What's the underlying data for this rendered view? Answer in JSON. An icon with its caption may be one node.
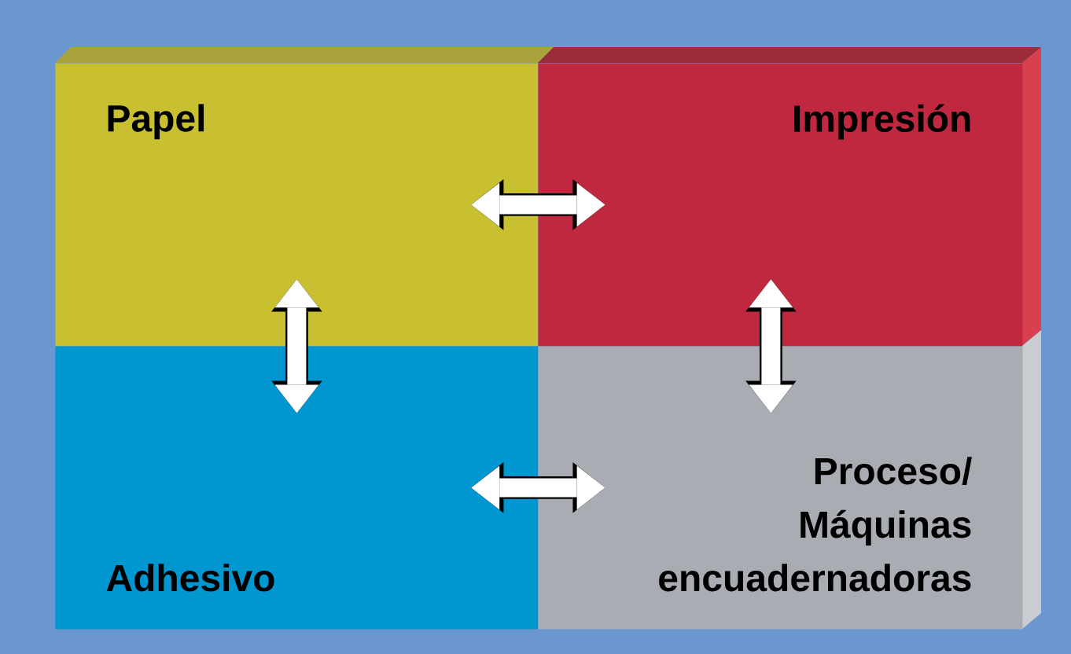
{
  "diagram": {
    "nodes": [
      {
        "text": [
          "Papel"
        ]
      },
      {
        "text": [
          "Impresión"
        ]
      },
      {
        "text": [
          "Adhesivo"
        ]
      },
      {
        "text": [
          "Proceso/ Máquinas encuadernadoras"
        ]
      }
    ],
    "edges": [
      {
        "from": 0,
        "to": 1,
        "arrow": "both"
      },
      {
        "from": 0,
        "to": 2,
        "arrow": "both"
      },
      {
        "from": 1,
        "to": 3,
        "arrow": "both"
      },
      {
        "from": 2,
        "to": 3,
        "arrow": "both"
      }
    ]
  }
}
